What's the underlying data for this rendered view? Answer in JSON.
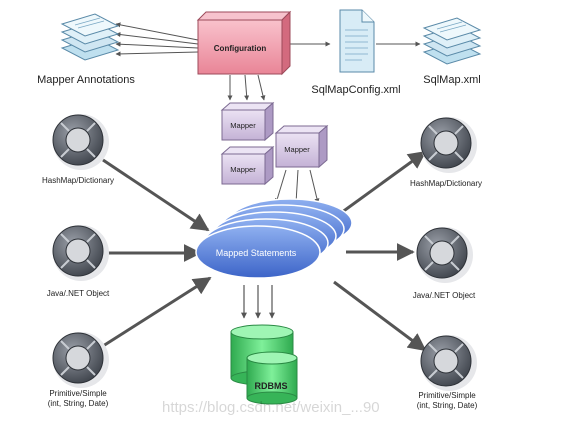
{
  "nodes": {
    "configuration": "Configuration",
    "mapper_annotations": "Mapper Annotations",
    "sqlmapconfig": "SqlMapConfig.xml",
    "sqlmap": "SqlMap.xml",
    "mapper_1": "Mapper",
    "mapper_2": "Mapper",
    "mapper_3": "Mapper",
    "mapped_statements": "Mapped Statements",
    "rdbms": "RDBMS",
    "input_hashmap": "HashMap/Dictionary",
    "input_object": "Java/.NET Object",
    "input_primitive_line1": "Primitive/Simple",
    "input_primitive_line2": "(int, String, Date)",
    "output_hashmap": "HashMap/Dictionary",
    "output_object": "Java/.NET Object",
    "output_primitive_line1": "Primitive/Simple",
    "output_primitive_line2": "(int, String, Date)"
  },
  "watermark": "https://blog.csdn.net/weixin_...90",
  "colors": {
    "configuration_fill": "#f4a6b4",
    "mapper_fill": "#d9cbe6",
    "ellipse_fill": "#5f84d8",
    "db_fill": "#4fd170",
    "doc_fill": "#cfe6f2",
    "arrow": "#555555"
  }
}
